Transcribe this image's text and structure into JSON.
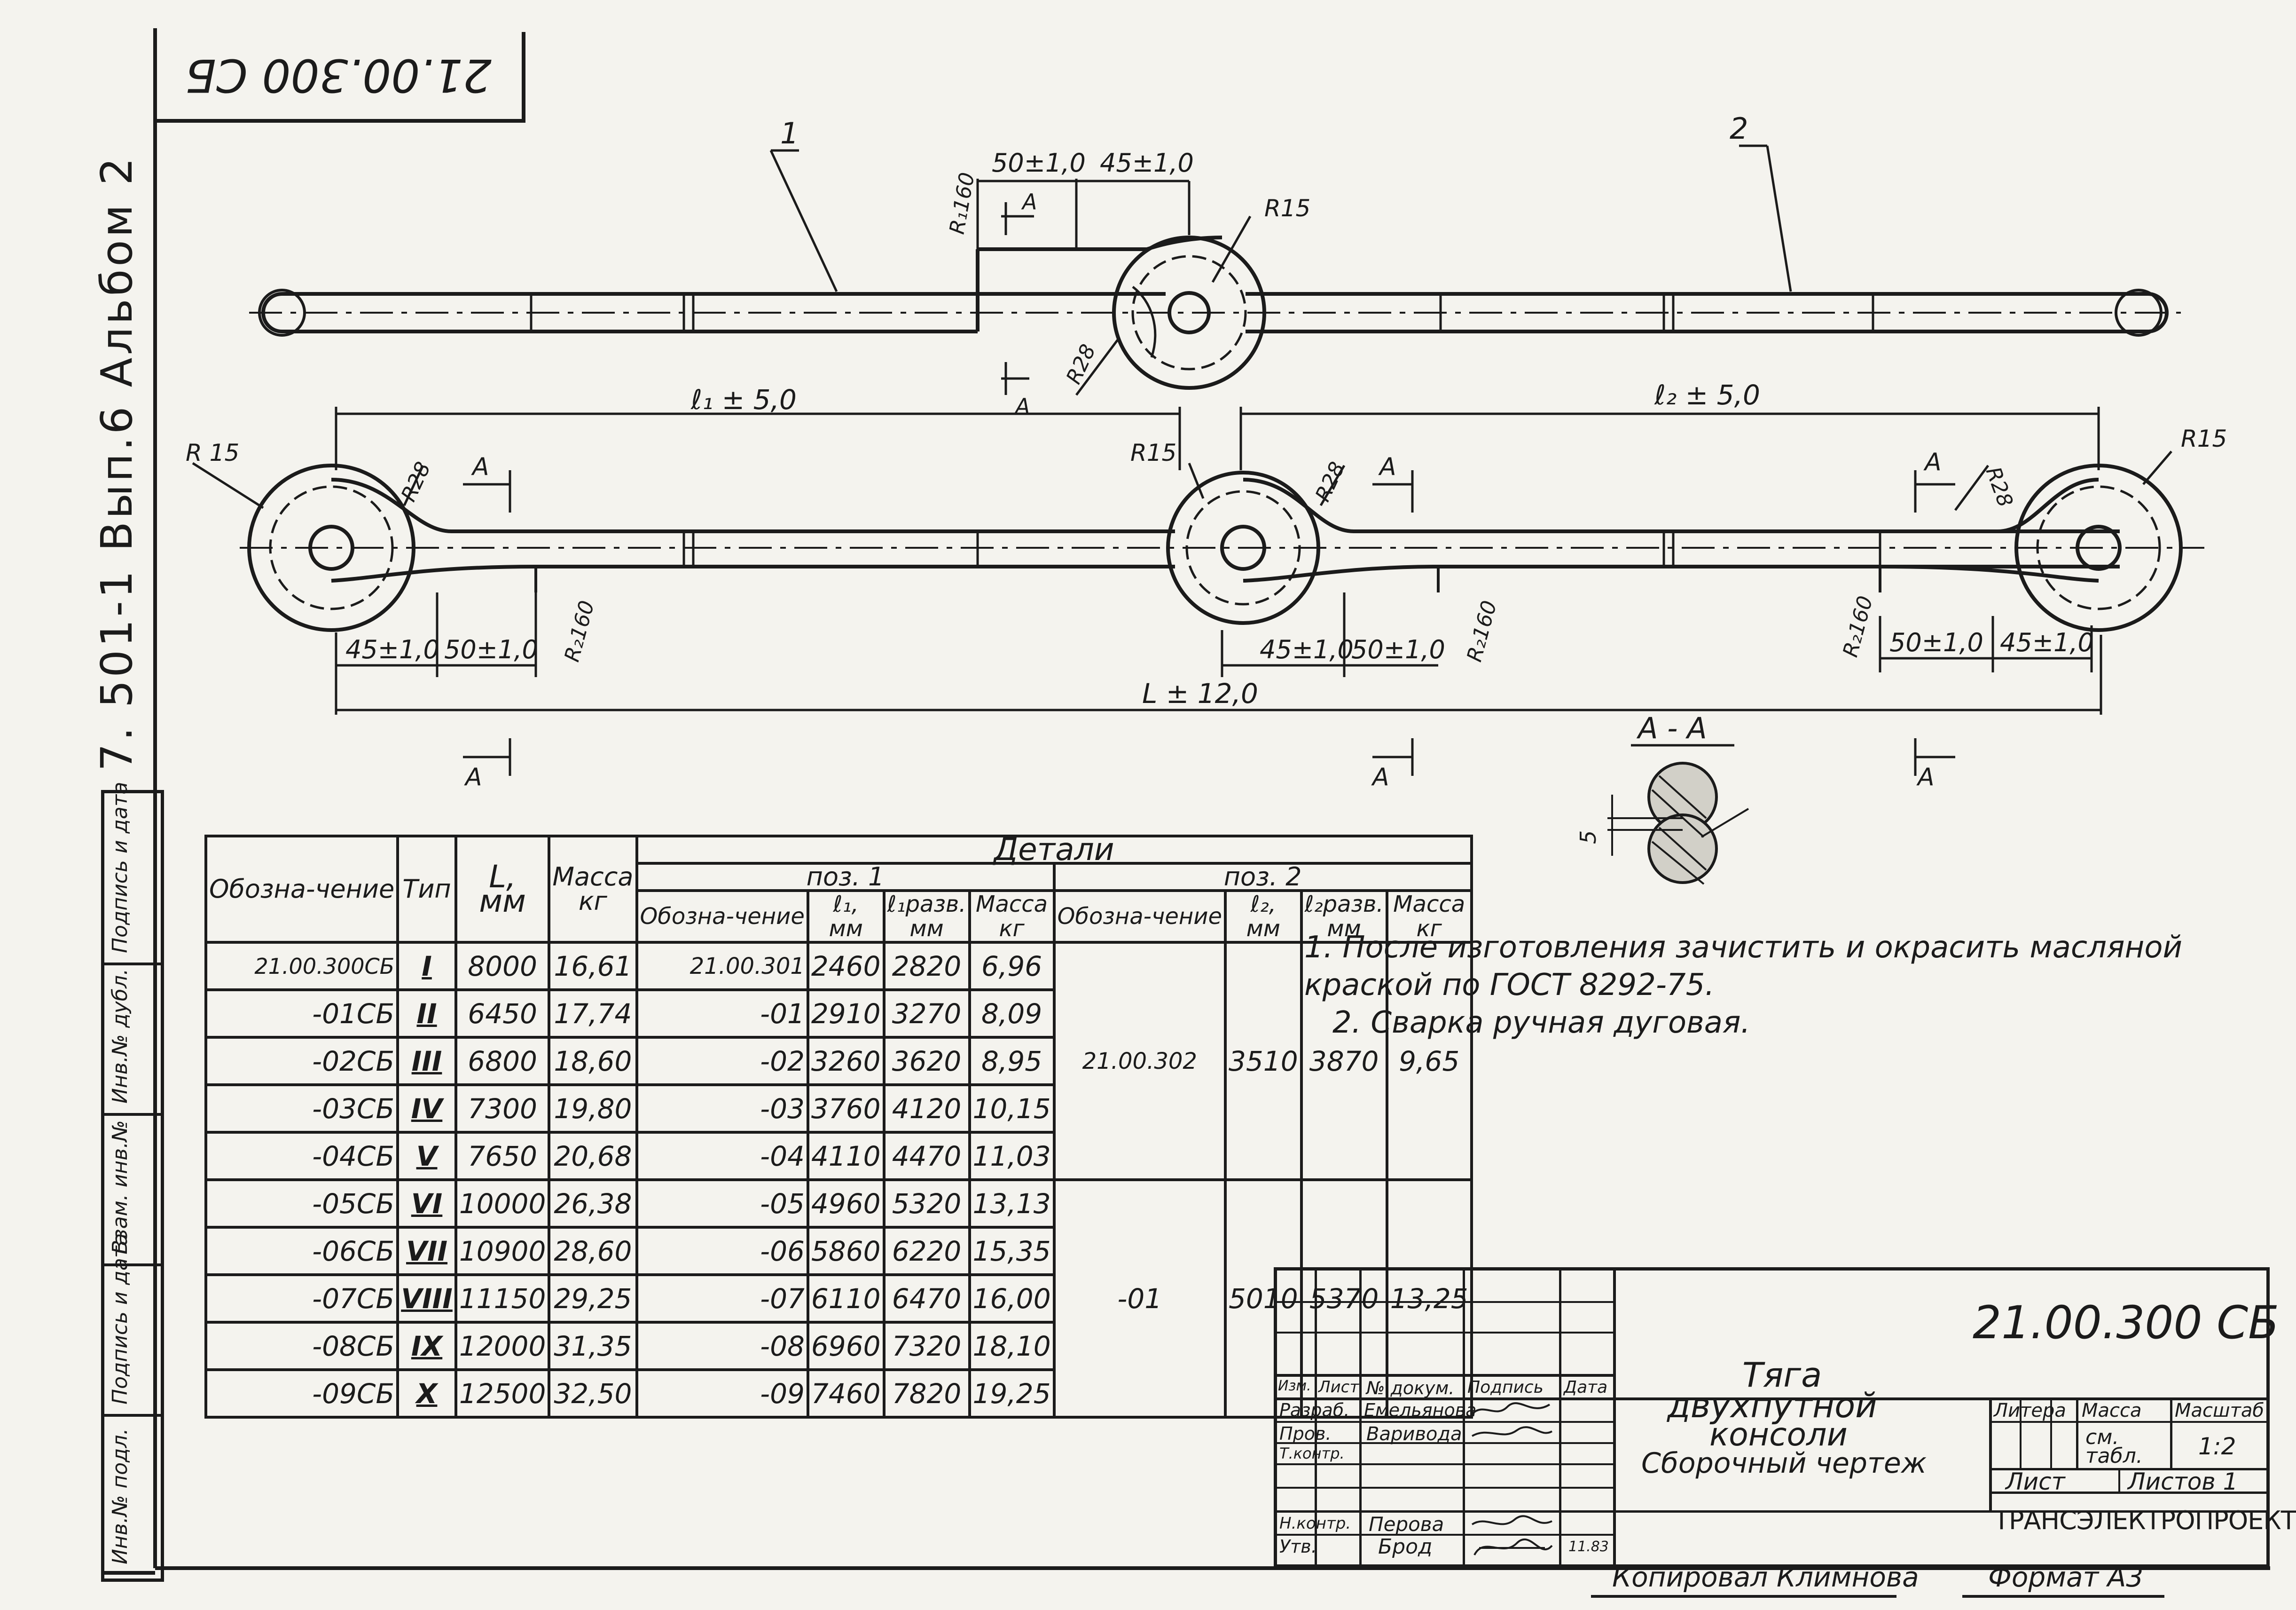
{
  "stamp": {
    "code_rotated": "21.00.300 СБ"
  },
  "album": {
    "text": "7. 501-1  Вып.6  Альбом 2"
  },
  "side_labels": [
    "Подпись и дата",
    "Инв.№ дубл.",
    "Взам. инв.№",
    "Подпись и дата",
    "Инв.№ подл."
  ],
  "drawing": {
    "pos1": "1",
    "pos2": "2",
    "dim_top_50": "50±1,0",
    "dim_top_45": "45±1,0",
    "r1_160": "R₁160",
    "r15": "R15",
    "r28": "R28",
    "r15_left": "R 15",
    "r15_right": "R15",
    "l1": "ℓ₁ ± 5,0",
    "l2": "ℓ₂ ± 5,0",
    "L": "L ± 12,0",
    "dim_45_left": "45±1,0",
    "dim_50_left": "50±1,0",
    "r2_160": "R₂160",
    "dim_45_mid": "45±1,0",
    "dim_50_mid": "50±1,0",
    "dim_50_right": "50±1,0",
    "dim_45_right": "45±1,0",
    "section_mark": "A",
    "section_title": "А - А",
    "section_dim": "5"
  },
  "table": {
    "headers": {
      "designation": "Обозна-чение",
      "type": "Тип",
      "L": "L,",
      "L_unit": "мм",
      "mass": "Масса",
      "mass_unit": "кг",
      "details": "Детали",
      "pos1": "поз. 1",
      "pos2": "поз. 2",
      "p_designation": "Обозна-чение",
      "l1": "ℓ₁,",
      "l1_unit": "мм",
      "l1_unf": "ℓ₁разв.",
      "l1_unf_unit": "мм",
      "p_mass": "Масса",
      "p_mass_unit": "кг",
      "p2_designation": "Обозна-чение",
      "l2": "ℓ₂,",
      "l2_unit": "мм",
      "l2_unf": "ℓ₂разв.",
      "l2_unf_unit": "мм",
      "p2_mass": "Масса",
      "p2_mass_unit": "кг"
    },
    "rows": [
      {
        "des": "21.00.300СБ",
        "type": "I",
        "L": "8000",
        "mass": "16,61",
        "p1": "21.00.301",
        "l1": "2460",
        "l1u": "2820",
        "m1": "6,96"
      },
      {
        "des": "-01СБ",
        "type": "II",
        "L": "6450",
        "mass": "17,74",
        "p1": "-01",
        "l1": "2910",
        "l1u": "3270",
        "m1": "8,09"
      },
      {
        "des": "-02СБ",
        "type": "III",
        "L": "6800",
        "mass": "18,60",
        "p1": "-02",
        "l1": "3260",
        "l1u": "3620",
        "m1": "8,95"
      },
      {
        "des": "-03СБ",
        "type": "IV",
        "L": "7300",
        "mass": "19,80",
        "p1": "-03",
        "l1": "3760",
        "l1u": "4120",
        "m1": "10,15"
      },
      {
        "des": "-04СБ",
        "type": "V",
        "L": "7650",
        "mass": "20,68",
        "p1": "-04",
        "l1": "4110",
        "l1u": "4470",
        "m1": "11,03"
      },
      {
        "des": "-05СБ",
        "type": "VI",
        "L": "10000",
        "mass": "26,38",
        "p1": "-05",
        "l1": "4960",
        "l1u": "5320",
        "m1": "13,13"
      },
      {
        "des": "-06СБ",
        "type": "VII",
        "L": "10900",
        "mass": "28,60",
        "p1": "-06",
        "l1": "5860",
        "l1u": "6220",
        "m1": "15,35"
      },
      {
        "des": "-07СБ",
        "type": "VIII",
        "L": "11150",
        "mass": "29,25",
        "p1": "-07",
        "l1": "6110",
        "l1u": "6470",
        "m1": "16,00"
      },
      {
        "des": "-08СБ",
        "type": "IX",
        "L": "12000",
        "mass": "31,35",
        "p1": "-08",
        "l1": "6960",
        "l1u": "7320",
        "m1": "18,10"
      },
      {
        "des": "-09СБ",
        "type": "X",
        "L": "12500",
        "mass": "32,50",
        "p1": "-09",
        "l1": "7460",
        "l1u": "7820",
        "m1": "19,25"
      }
    ],
    "pos2_groups": [
      {
        "des": "21.00.302",
        "l2": "3510",
        "l2u": "3870",
        "m2": "9,65"
      },
      {
        "des": "-01",
        "l2": "5010",
        "l2u": "5370",
        "m2": "13,25"
      }
    ]
  },
  "notes": [
    "1. После изготовления зачистить и окрасить масляной",
    "краской по ГОСТ 8292-75.",
    "2. Сварка ручная дуговая."
  ],
  "title_block": {
    "code": "21.00.300 СБ",
    "title_1": "Тяга",
    "title_2": "двухпутной",
    "title_3": "консоли",
    "title_4": "Сборочный чертеж",
    "col_izm": "Изм.",
    "col_list": "Лист",
    "col_doc": "№ докум.",
    "col_sign": "Подпись",
    "col_date": "Дата",
    "razrab_label": "Разраб.",
    "razrab_name": "Емельянова",
    "prov_label": "Пров.",
    "prov_name": "Варивода",
    "tkontr_label": "Т.контр.",
    "nkontr_label": "Н.контр.",
    "nkontr_name": "Перова",
    "utv_label": "Утв.",
    "utv_name": "Брод",
    "date": "11.83",
    "litera": "Литера",
    "massa": "Масса",
    "masshtab": "Масштаб",
    "massa_value": "см. табл.",
    "masshtab_value": "1:2",
    "list": "Лист",
    "listov": "Листов 1",
    "org": "ТРАНСЭЛЕКТРОПРОЕКТ"
  },
  "footer": {
    "copied": "Копировал Климнова",
    "format": "Формат А3"
  }
}
